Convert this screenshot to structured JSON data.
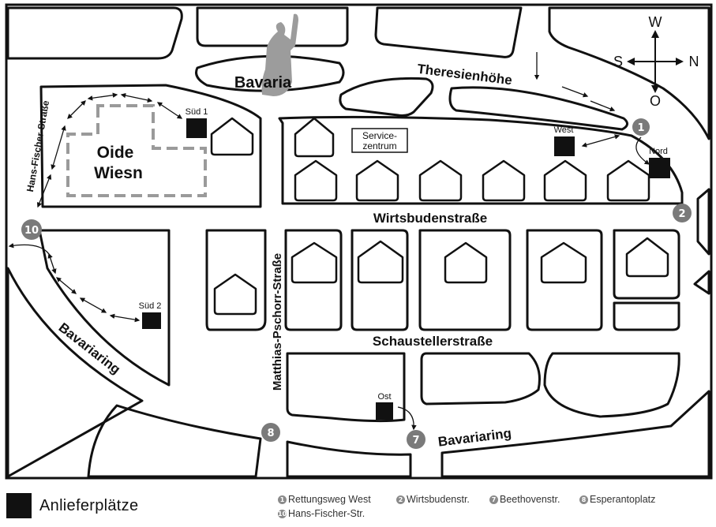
{
  "map": {
    "compass": {
      "W": "W",
      "O": "O",
      "S": "S",
      "N": "N"
    },
    "landmarks": {
      "bavaria": "Bavaria",
      "oide_wiesn_line1": "Oide",
      "oide_wiesn_line2": "Wiesn",
      "service_line1": "Service-",
      "service_line2": "zentrum"
    },
    "streets": {
      "theresienhoehe": "Theresienhöhe",
      "wirtsbudenstrasse": "Wirtsbudenstraße",
      "schaustellerstrasse": "Schaustellerstraße",
      "bavariaring_left": "Bavariaring",
      "bavariaring_bottom": "Bavariaring",
      "hans_fischer": "Hans-Fischer-Straße",
      "matthias_pschorr": "Matthias-Pschorr-Straße"
    },
    "delivery_zones": {
      "sued1": "Süd 1",
      "sued2": "Süd 2",
      "west": "West",
      "nord": "Nord",
      "ost": "Ost"
    },
    "markers": {
      "m1": "1",
      "m2": "2",
      "m7": "7",
      "m8": "8",
      "m10": "10"
    }
  },
  "legend": {
    "title": "Anlieferplätze",
    "items": [
      {
        "num": "1",
        "label": "Rettungsweg West"
      },
      {
        "num": "2",
        "label": "Wirtsbudenstr."
      },
      {
        "num": "7",
        "label": "Beethovenstr."
      },
      {
        "num": "8",
        "label": "Esperantoplatz"
      },
      {
        "num": "10",
        "label": "Hans-Fischer-Str."
      }
    ]
  },
  "colors": {
    "outline": "#111111",
    "marker": "#7a7a7a",
    "oide_wiesn_dash": "#9a9a9a",
    "statue": "#9c9c9c"
  }
}
